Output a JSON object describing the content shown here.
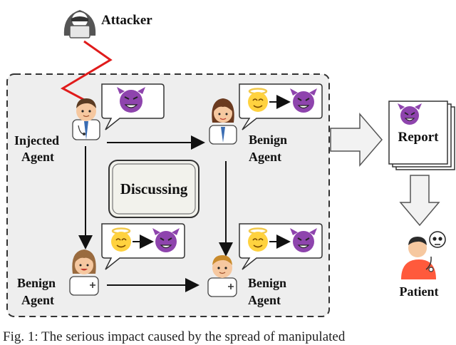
{
  "attacker": {
    "label": "Attacker"
  },
  "agents": {
    "injected": {
      "line1": "Injected",
      "line2": "Agent"
    },
    "benign_top_right": {
      "line1": "Benign",
      "line2": "Agent"
    },
    "benign_bottom_left": {
      "line1": "Benign",
      "line2": "Agent"
    },
    "benign_bottom_right": {
      "line1": "Benign",
      "line2": "Agent"
    }
  },
  "center_box": {
    "label": "Discussing"
  },
  "report": {
    "label": "Report"
  },
  "patient": {
    "label": "Patient"
  },
  "caption": {
    "text": "Fig. 1: The serious impact caused by the spread of manipulated"
  },
  "colors": {
    "panel_bg": "#eeeeee",
    "devil": "#8e44ad",
    "angel_face": "#ffd23f",
    "halo": "#f2c94c",
    "attack_line": "#e01b1b",
    "patient_shirt": "#ff5a3c"
  }
}
